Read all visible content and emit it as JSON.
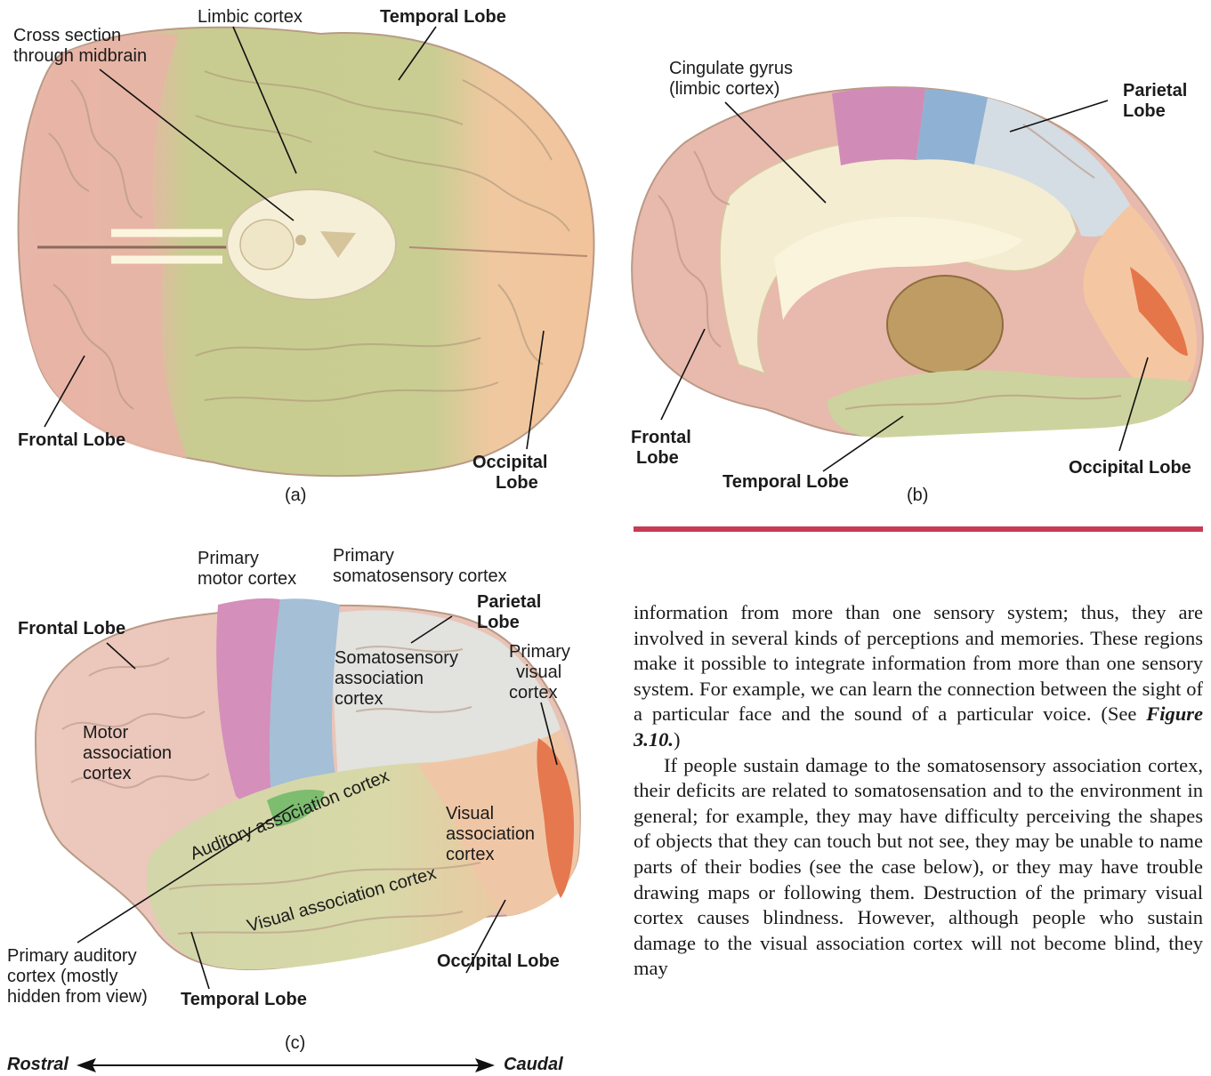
{
  "figure": {
    "panel_a": {
      "caption": "(a)",
      "labels": {
        "cross_section_1": "Cross section",
        "cross_section_2": "through midbrain",
        "limbic": "Limbic cortex",
        "temporal": "Temporal Lobe",
        "frontal": "Frontal Lobe",
        "occipital_1": "Occipital",
        "occipital_2": "Lobe"
      }
    },
    "panel_b": {
      "caption": "(b)",
      "labels": {
        "cingulate_1": "Cingulate gyrus",
        "cingulate_2": "(limbic cortex)",
        "parietal_1": "Parietal",
        "parietal_2": "Lobe",
        "frontal_1": "Frontal",
        "frontal_2": "Lobe",
        "temporal": "Temporal Lobe",
        "occipital": "Occipital Lobe"
      }
    },
    "panel_c": {
      "caption": "(c)",
      "labels": {
        "primary_motor_1": "Primary",
        "primary_motor_2": "motor cortex",
        "primary_soma_1": "Primary",
        "primary_soma_2": "somatosensory cortex",
        "parietal_1": "Parietal",
        "parietal_2": "Lobe",
        "frontal": "Frontal Lobe",
        "primary_visual_1": "Primary",
        "primary_visual_2": "visual",
        "primary_visual_3": "cortex",
        "soma_assoc_1": "Somatosensory",
        "soma_assoc_2": "association",
        "soma_assoc_3": "cortex",
        "motor_assoc_1": "Motor",
        "motor_assoc_2": "association",
        "motor_assoc_3": "cortex",
        "auditory_assoc": "Auditory association cortex",
        "visual_assoc_1": "Visual",
        "visual_assoc_2": "association",
        "visual_assoc_3": "cortex",
        "visual_assoc_curve": "Visual association cortex",
        "primary_auditory_1": "Primary auditory",
        "primary_auditory_2": "cortex (mostly",
        "primary_auditory_3": "hidden from view)",
        "temporal": "Temporal Lobe",
        "occipital": "Occipital Lobe"
      }
    },
    "axis": {
      "left": "Rostral",
      "right": "Caudal"
    }
  },
  "text": {
    "p1": "information from more than one sensory system; thus, they are involved in several kinds of perceptions and memories. These regions make it possible to integrate information from more than one sensory system. For example, we can learn the connection between the sight of a particular face and the sound of a particular voice. (See ",
    "p1_ref": "Figure 3.10.",
    "p1_end": ")",
    "p2": "If people sustain damage to the somatosensory association cortex, their deficits are related to somatosensation and to the environment in general; for example, they may have difficulty perceiving the shapes of objects that they can touch but not see, they may be unable to name parts of their bodies (see the case below), or they may have trouble drawing maps or following them. Destruction of the primary visual cortex causes blindness. However, although people who sustain damage to the visual association cortex will not become blind, they may"
  },
  "colors": {
    "frontal": "#e9b9ad",
    "limbic": "#c5cc8e",
    "temporal": "#cfd3a0",
    "parietal": "#d9dfe2",
    "occipital": "#f4c49c",
    "motor": "#d08cb7",
    "somatosensory": "#9fb9d2",
    "visual_primary": "#e5764a",
    "auditory_primary": "#7cbd70",
    "rule": "#c83b55"
  }
}
